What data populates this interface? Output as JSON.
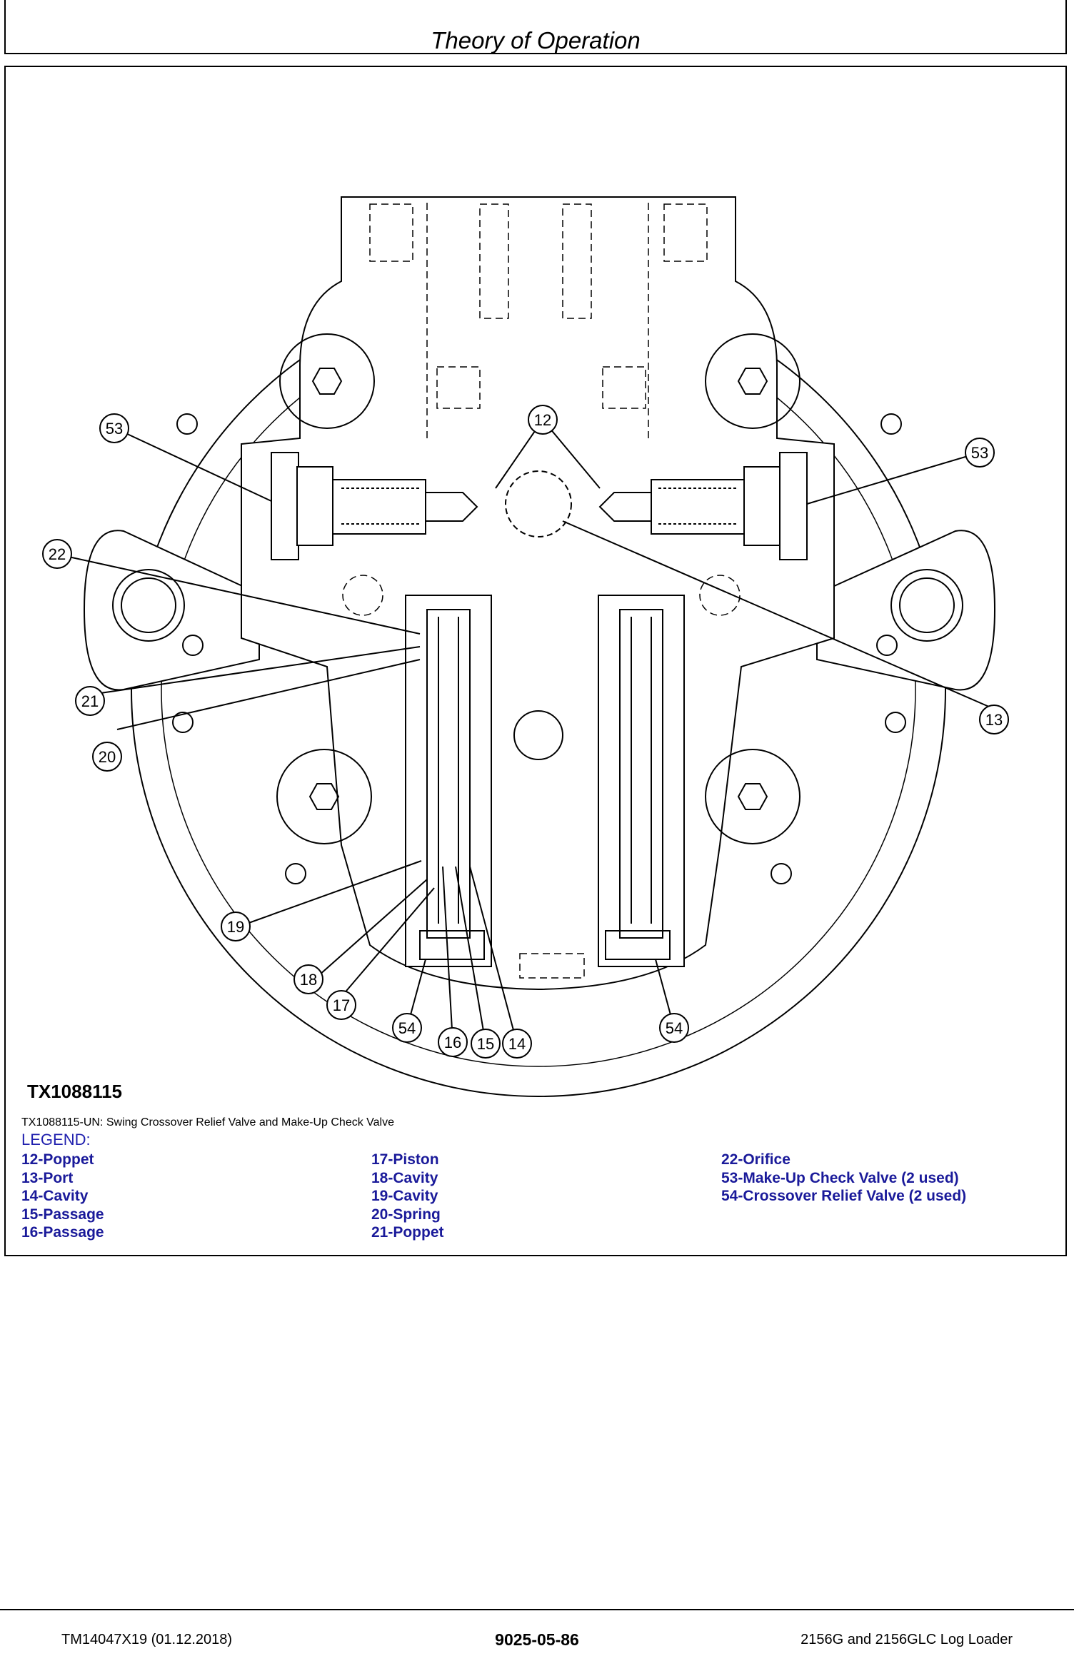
{
  "header": {
    "title": "Theory of Operation"
  },
  "figure": {
    "id": "TX1088115",
    "caption": "TX1088115-UN: Swing Crossover Relief Valve and Make-Up Check Valve",
    "callouts": [
      "53",
      "12",
      "53",
      "22",
      "21",
      "20",
      "13",
      "19",
      "18",
      "17",
      "54",
      "16",
      "15",
      "14",
      "54"
    ]
  },
  "legend": {
    "title": "LEGEND:",
    "col1": [
      "12-Poppet",
      "13-Port",
      "14-Cavity",
      "15-Passage",
      "16-Passage"
    ],
    "col2": [
      "17-Piston",
      "18-Cavity",
      "19-Cavity",
      "20-Spring",
      "21-Poppet"
    ],
    "col3": [
      "22-Orifice",
      "53-Make-Up Check Valve (2 used)",
      "54-Crossover Relief Valve (2 used)"
    ]
  },
  "footer": {
    "left": "TM14047X19 (01.12.2018)",
    "center": "9025-05-86",
    "right": "2156G and 2156GLC Log Loader"
  }
}
